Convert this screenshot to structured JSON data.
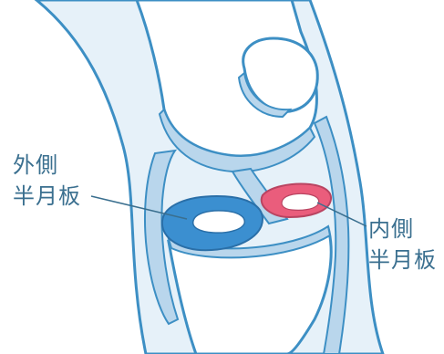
{
  "labels": {
    "lateral_meniscus": {
      "line1": "外側",
      "line2": "半月板"
    },
    "medial_meniscus": {
      "line1": "内側",
      "line2": "半月板"
    }
  },
  "colors": {
    "outline": "#3d8fc4",
    "skin_fill": "#e6f1f9",
    "bone_fill": "#ffffff",
    "cartilage_fill": "#b9d6ec",
    "lateral_meniscus": "#3b8fd0",
    "medial_meniscus": "#ea5d7c",
    "label_text": "#3a6f8f"
  }
}
